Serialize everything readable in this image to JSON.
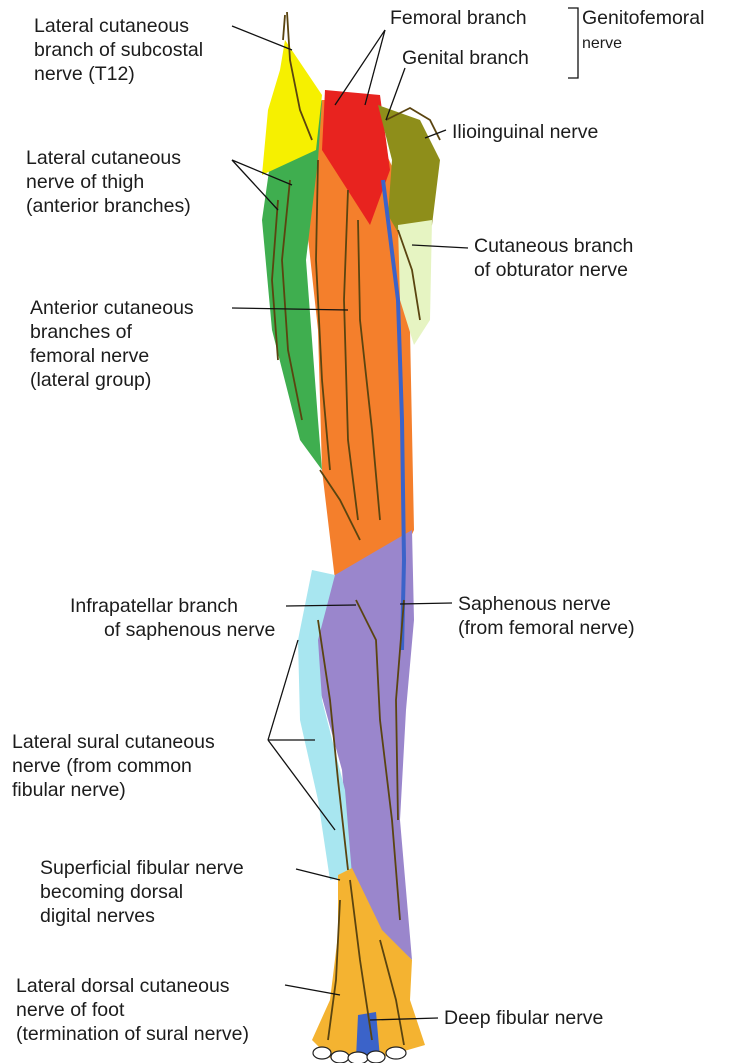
{
  "labels": {
    "subcostal": [
      "Lateral cutaneous",
      "branch of subcostal",
      "nerve (T12)"
    ],
    "femoral_branch": "Femoral branch",
    "genital_branch": "Genital branch",
    "genitofemoral": [
      "Genitofemoral",
      "nerve"
    ],
    "ilioinguinal": "Ilioinguinal nerve",
    "lat_cut_thigh": [
      "Lateral cutaneous",
      "nerve of thigh",
      "(anterior branches)"
    ],
    "obturator": [
      "Cutaneous branch",
      "of obturator nerve"
    ],
    "ant_cut_femoral": [
      "Anterior cutaneous",
      "branches of",
      "femoral nerve",
      "(lateral group)"
    ],
    "infrapatellar": [
      "Infrapatellar branch",
      "of saphenous nerve"
    ],
    "saphenous": [
      "Saphenous nerve",
      "(from femoral nerve)"
    ],
    "lat_sural": [
      "Lateral sural cutaneous",
      "nerve (from common",
      "fibular nerve)"
    ],
    "sup_fibular": [
      "Superficial fibular nerve",
      "becoming dorsal",
      "digital nerves"
    ],
    "lat_dorsal": [
      "Lateral dorsal cutaneous",
      "nerve of foot",
      "(termination of sural nerve)"
    ],
    "deep_fibular": "Deep fibular nerve"
  },
  "colors": {
    "subcostal": "#f6f000",
    "genital": "#e8231f",
    "ilioinguinal": "#8e8e1a",
    "lateral_thigh": "#3fae4f",
    "obturator": "#e6f4c2",
    "anterior_femoral": "#f47f2c",
    "saphenous": "#9a86cc",
    "lateral_sural": "#a8e6f0",
    "superficial_fibular": "#f4b331",
    "deep_fibular": "#3b63c9",
    "nerve_line": "#5a4410"
  }
}
